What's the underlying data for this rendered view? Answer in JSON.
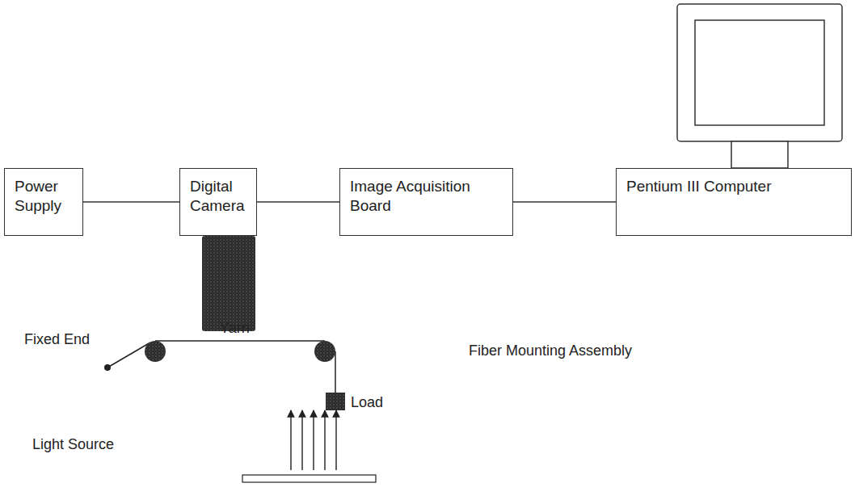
{
  "diagram": {
    "nodes": [
      {
        "text": [
          "Power Supply"
        ]
      },
      {
        "text": [
          "Digital Camera"
        ]
      },
      {
        "text": [
          "Image Acquisition Board"
        ]
      },
      {
        "text": [
          "Pentium III Computer"
        ]
      }
    ],
    "edges": [
      {
        "from": 0,
        "to": 1,
        "arrow": "none"
      },
      {
        "from": 1,
        "to": 2,
        "arrow": "none"
      },
      {
        "from": 2,
        "to": 3,
        "arrow": "none"
      }
    ],
    "labels": [
      "Fixed End",
      "Yarn",
      "Load",
      "Fiber Mounting Assembly",
      "Light Source"
    ]
  }
}
